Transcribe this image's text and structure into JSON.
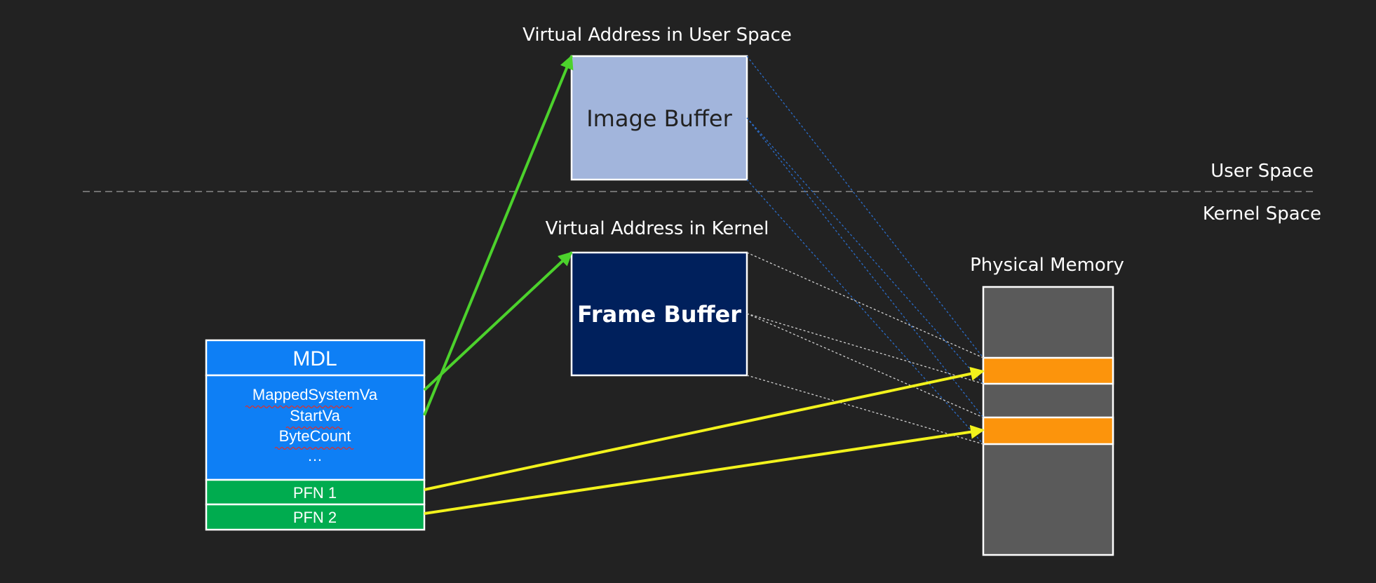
{
  "labels": {
    "virtual_user": "Virtual Address in User Space",
    "virtual_kernel": "Virtual Address in Kernel",
    "physical_memory": "Physical Memory",
    "user_space": "User Space",
    "kernel_space": "Kernel Space"
  },
  "buffers": {
    "image": "Image Buffer",
    "frame": "Frame Buffer"
  },
  "mdl": {
    "title": "MDL",
    "fields": [
      "MappedSystemVa",
      "StartVa",
      "ByteCount",
      "…"
    ],
    "pfns": [
      "PFN 1",
      "PFN 2"
    ]
  },
  "colors": {
    "background": "#222222",
    "image_buffer": "#a2b5dc",
    "frame_buffer": "#00205c",
    "mdl_blue": "#0e7ff5",
    "pfn_green": "#00ac4f",
    "physical_gray": "#5a5a5a",
    "page_orange": "#fc940c",
    "arrow_green": "#4cd22c",
    "arrow_yellow": "#f2f21c",
    "mapping_blue": "#2a6cc8",
    "mapping_white": "#cfcfcf",
    "separator": "#8a8a8a"
  }
}
